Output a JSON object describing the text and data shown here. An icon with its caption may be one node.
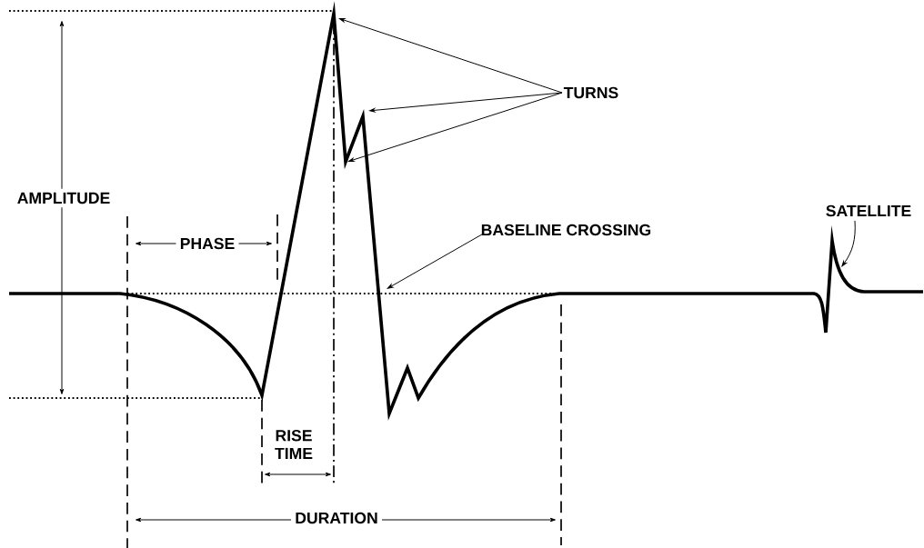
{
  "diagram": {
    "nodes": [
      {
        "text": [
          "TURNS"
        ]
      },
      {
        "text": [
          "BASELINE CROSSING"
        ]
      },
      {
        "text": [
          "SATELLITE"
        ]
      }
    ],
    "edges": [
      {
        "from": 0,
        "to": null,
        "arrow": "to"
      },
      {
        "from": 0,
        "to": null,
        "arrow": "to"
      },
      {
        "from": 0,
        "to": null,
        "arrow": "to"
      },
      {
        "from": 1,
        "to": null,
        "arrow": "to"
      },
      {
        "from": 2,
        "to": null,
        "arrow": "to"
      }
    ],
    "labels": [
      "AMPLITUDE",
      "PHASE",
      "RISE TIME",
      "DURATION"
    ]
  }
}
